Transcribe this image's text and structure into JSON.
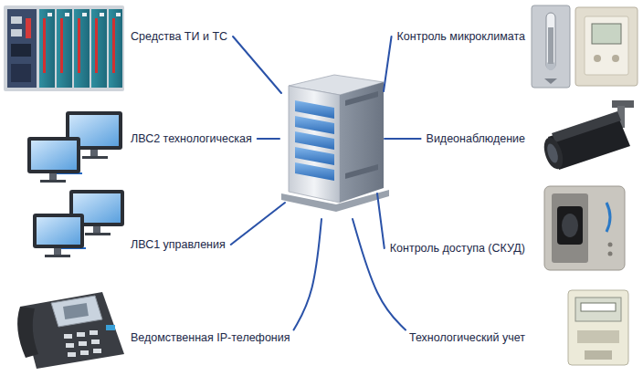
{
  "diagram": {
    "labels": [
      "Средства ТИ и ТС",
      "Контроль микроклимата",
      "ЛВС2 технологическая",
      "Видеонаблюдение",
      "ЛВС1 управления",
      "Контроль доступа (СКУД)",
      "Ведомственная IP-телефония",
      "Технологический учет"
    ]
  }
}
